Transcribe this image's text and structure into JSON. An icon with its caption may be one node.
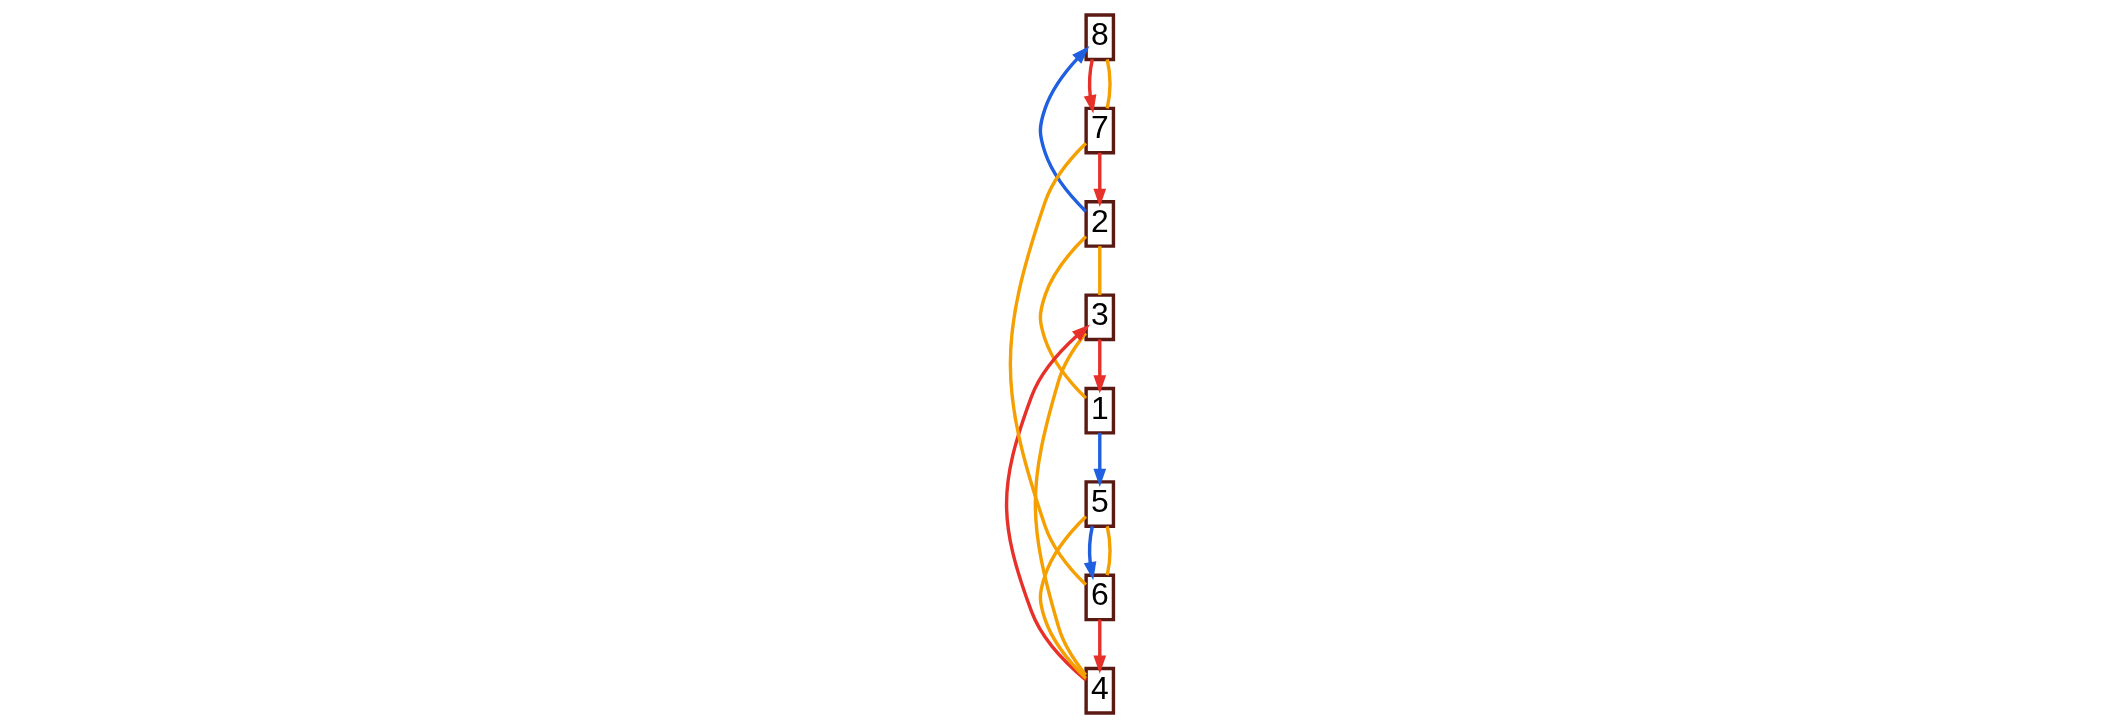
{
  "diagram": {
    "nodes": [
      {
        "text": [
          "1"
        ]
      },
      {
        "text": [
          "2"
        ]
      },
      {
        "text": [
          "3"
        ]
      },
      {
        "text": [
          "4"
        ]
      },
      {
        "text": [
          "5"
        ]
      },
      {
        "text": [
          "6"
        ]
      },
      {
        "text": [
          "7"
        ]
      },
      {
        "text": [
          "8"
        ]
      }
    ],
    "edges": [
      {
        "from": 0,
        "to": 1,
        "arrow": "none",
        "color": "#f5a000"
      },
      {
        "from": 1,
        "to": 2,
        "arrow": "none",
        "color": "#f5a000"
      },
      {
        "from": 2,
        "to": 3,
        "arrow": "none",
        "color": "#f5a000"
      },
      {
        "from": 3,
        "to": 4,
        "arrow": "none",
        "color": "#f5a000"
      },
      {
        "from": 4,
        "to": 5,
        "arrow": "none",
        "color": "#f5a000"
      },
      {
        "from": 5,
        "to": 6,
        "arrow": "none",
        "color": "#f5a000"
      },
      {
        "from": 6,
        "to": 7,
        "arrow": "none",
        "color": "#f5a000"
      },
      {
        "from": 0,
        "to": 4,
        "arrow": "to",
        "color": "#1f5fe0"
      },
      {
        "from": 1,
        "to": 7,
        "arrow": "to",
        "color": "#1f5fe0"
      },
      {
        "from": 4,
        "to": 5,
        "arrow": "to",
        "color": "#1f5fe0"
      },
      {
        "from": 7,
        "to": 6,
        "arrow": "to",
        "color": "#e8302a"
      },
      {
        "from": 3,
        "to": 2,
        "arrow": "to",
        "color": "#e8302a"
      },
      {
        "from": 5,
        "to": 3,
        "arrow": "to",
        "color": "#e8302a"
      },
      {
        "from": 2,
        "to": 0,
        "arrow": "to",
        "color": "#e8302a"
      },
      {
        "from": 6,
        "to": 1,
        "arrow": "to",
        "color": "#e8302a"
      }
    ]
  }
}
